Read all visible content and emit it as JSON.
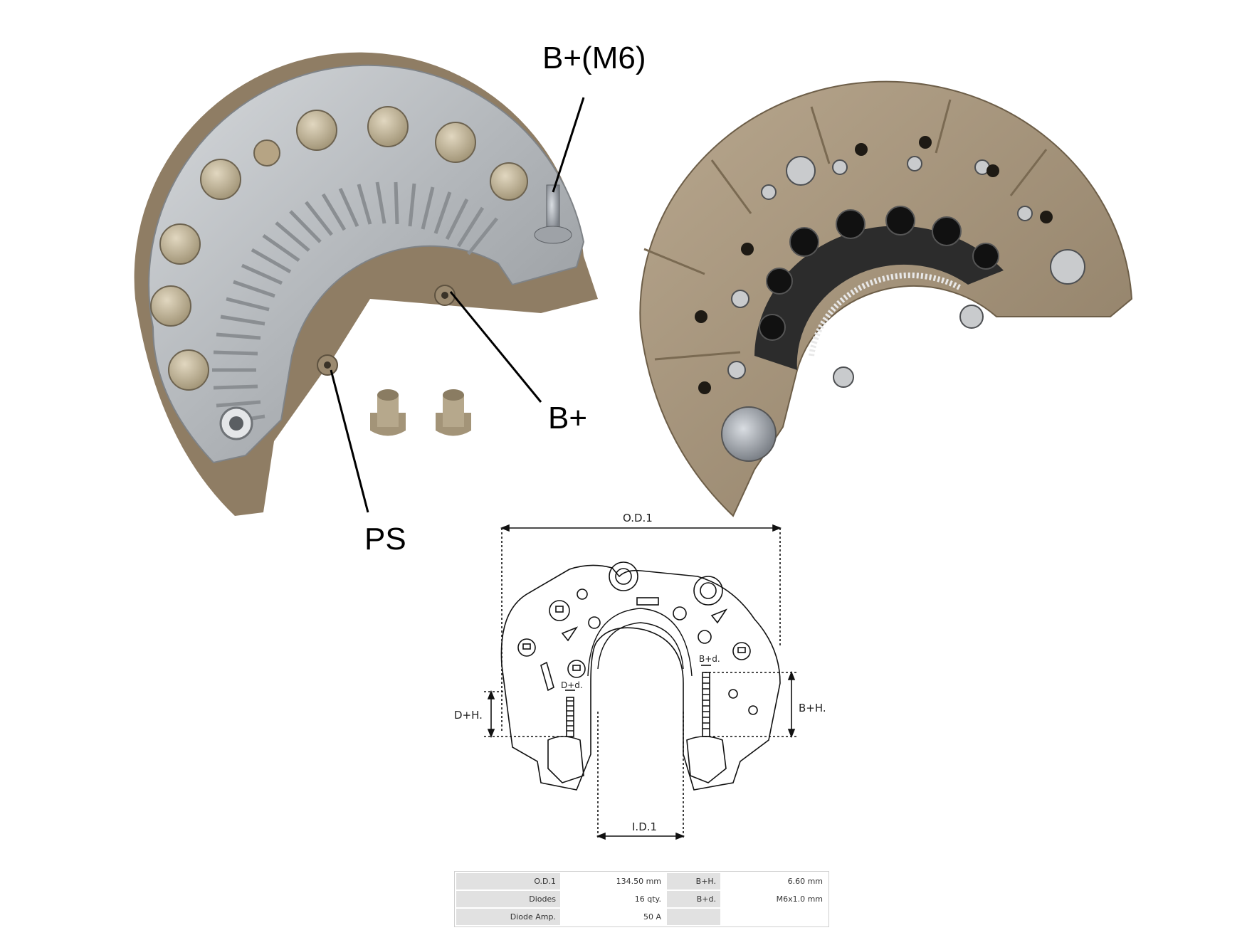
{
  "callouts": {
    "b_plus_m6": "B+(M6)",
    "b_plus": "B+",
    "ps": "PS"
  },
  "drawing": {
    "od1": "O.D.1",
    "id1": "I.D.1",
    "dh": "D+H.",
    "dd": "D+d.",
    "bh": "B+H.",
    "bd": "B+d."
  },
  "specs": {
    "rows": [
      {
        "k1": "O.D.1",
        "v1": "134.50 mm",
        "k2": "B+H.",
        "v2": "6.60 mm"
      },
      {
        "k1": "Diodes",
        "v1": "16 qty.",
        "k2": "B+d.",
        "v2": "M6x1.0 mm"
      },
      {
        "k1": "Diode Amp.",
        "v1": "50 A",
        "k2": "",
        "v2": ""
      }
    ]
  },
  "colors": {
    "aluminium": "#b9bcc0",
    "plastic": "#a4937b",
    "diode": "#c5b79a"
  },
  "icons": [
    "rectifier-heatsink",
    "rectifier-plastic-base",
    "insulating-bushing",
    "technical-drawing"
  ]
}
